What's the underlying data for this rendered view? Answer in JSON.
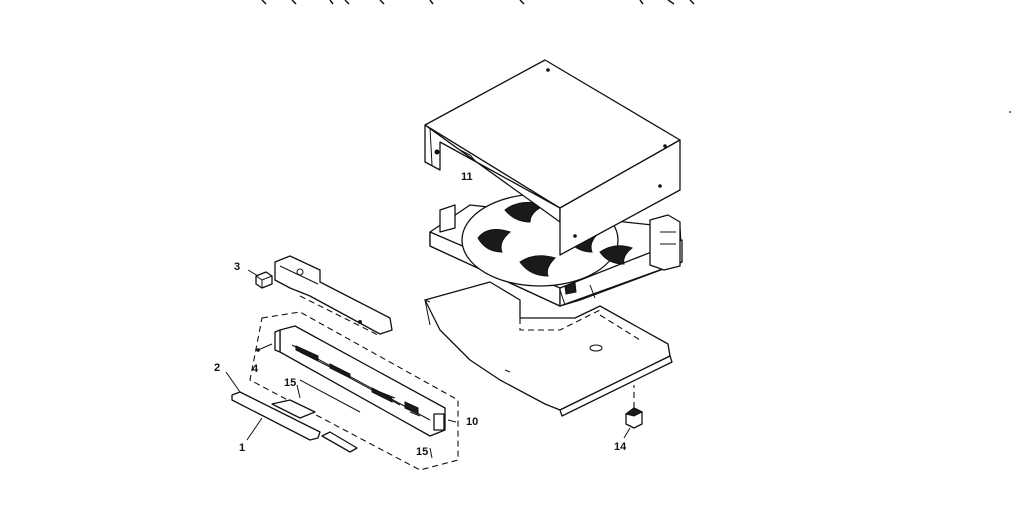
{
  "diagram": {
    "callouts": {
      "p11": "11",
      "p3": "3",
      "p4": "4",
      "p2": "2",
      "p15a": "15",
      "p10": "10",
      "p1": "1",
      "p15b": "15",
      "p14": "14"
    }
  }
}
